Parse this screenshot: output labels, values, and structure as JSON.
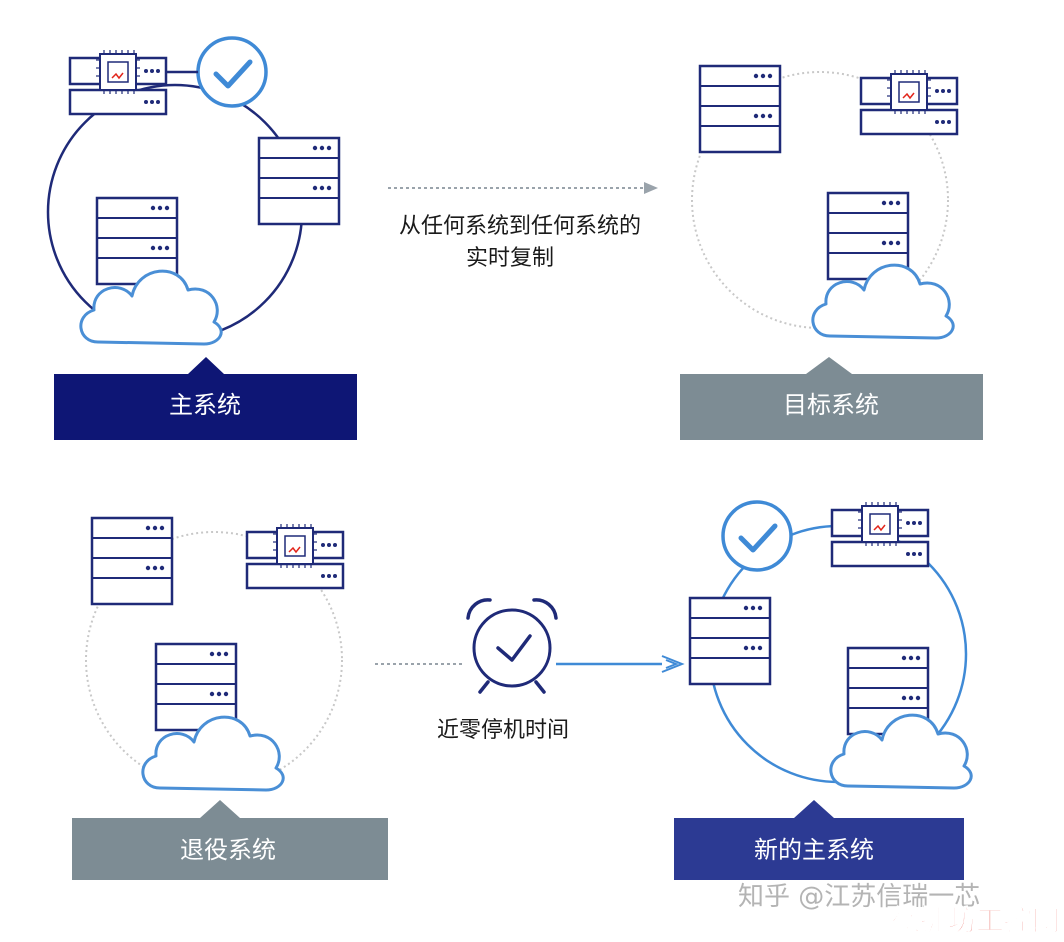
{
  "panels": {
    "primary": {
      "label": "主系统"
    },
    "target": {
      "label": "目标系统"
    },
    "retired": {
      "label": "退役系统"
    },
    "new_primary": {
      "label": "新的主系统"
    }
  },
  "captions": {
    "replication_line1": "从任何系统到任何系统的",
    "replication_line2": "实时复制",
    "downtime": "近零停机时间"
  },
  "watermark": {
    "zhihu": "知乎 @江苏信瑞一芯",
    "site": "微捷坊工控网"
  },
  "colors": {
    "navy": "#0e1675",
    "slate": "#7d8c94",
    "indigo": "#2c3a93",
    "light_blue": "#4a8fd6",
    "grey_dotted": "#c8c8c8",
    "wm_red": "#e2251b"
  }
}
